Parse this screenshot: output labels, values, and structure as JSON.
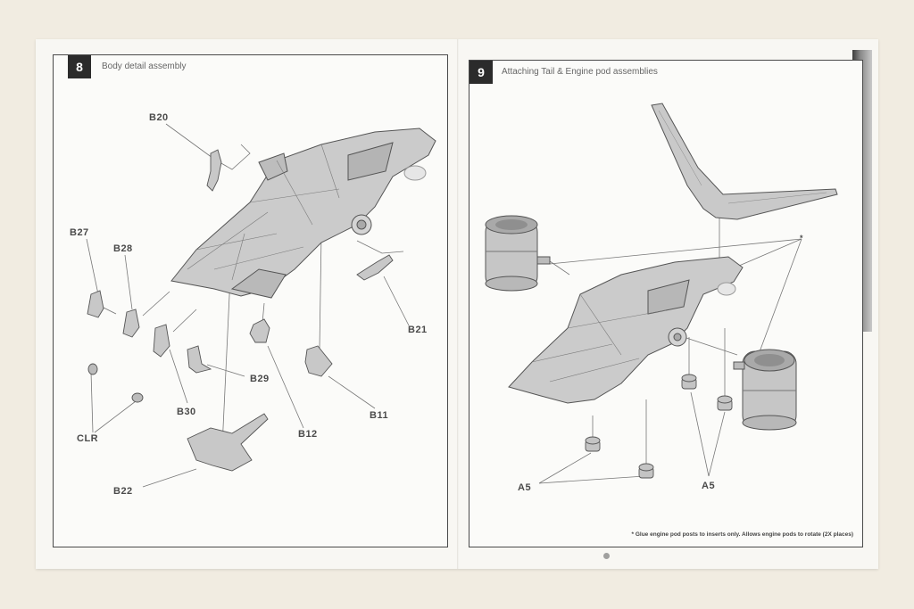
{
  "step8": {
    "number": "8",
    "title": "Body detail assembly",
    "labels": {
      "b20": "B20",
      "b27": "B27",
      "b28": "B28",
      "b21": "B21",
      "b29": "B29",
      "b30": "B30",
      "clr": "CLR",
      "b12": "B12",
      "b11": "B11",
      "b22": "B22"
    }
  },
  "step9": {
    "number": "9",
    "title": "Attaching Tail & Engine pod assemblies",
    "labels": {
      "a5_left": "A5",
      "a5_right": "A5",
      "asterisk": "*"
    },
    "note": "* Glue engine pod posts to inserts only. Allows engine pods to rotate (2X places)"
  }
}
